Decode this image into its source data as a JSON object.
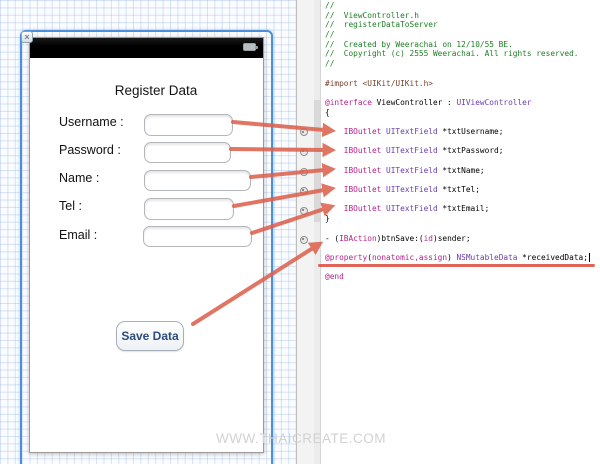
{
  "colors": {
    "arrow": "#dc5e4a",
    "underline": "#dd5346",
    "comment": "#1d7f24",
    "preprocessor": "#74402a",
    "keyword": "#b5208f",
    "type-name": "#6a3cae",
    "selection": "#4b90d9",
    "savetext": "#2c4d7e",
    "watermarkgray": "#d2d2d2"
  },
  "interface_builder": {
    "close_glyph": "×",
    "form_title": "Register Data",
    "fields": [
      {
        "label": "Username :",
        "value": "",
        "outlet": "txtUsername"
      },
      {
        "label": "Password :",
        "value": "",
        "outlet": "txtPassword"
      },
      {
        "label": "Name :",
        "value": "",
        "outlet": "txtName"
      },
      {
        "label": "Tel :",
        "value": "",
        "outlet": "txtTel"
      },
      {
        "label": "Email :",
        "value": "",
        "outlet": "txtEmail"
      }
    ],
    "save_button_label": "Save Data"
  },
  "watermark": "WWW.THAICREATE.COM",
  "code": {
    "lines": [
      [
        {
          "t": "//",
          "c": "comment"
        }
      ],
      [
        {
          "t": "//  ViewController.h",
          "c": "comment"
        }
      ],
      [
        {
          "t": "//  registerDataToServer",
          "c": "comment"
        }
      ],
      [
        {
          "t": "//",
          "c": "comment"
        }
      ],
      [
        {
          "t": "//  Created by Weerachai on 12/10/55 BE.",
          "c": "comment"
        }
      ],
      [
        {
          "t": "//  Copyright (c) 2555 Weerachai. All rights reserved.",
          "c": "comment"
        }
      ],
      [
        {
          "t": "//",
          "c": "comment"
        }
      ],
      [],
      [
        {
          "t": "#import <UIKit/UIKit.h>",
          "c": "pre"
        }
      ],
      [],
      [
        {
          "t": "@interface",
          "c": "kw"
        },
        {
          "t": " ViewController : ",
          "c": "plain"
        },
        {
          "t": "UIViewController",
          "c": "type"
        }
      ],
      [
        {
          "t": "{",
          "c": "plain"
        }
      ],
      [],
      [
        {
          "t": "    ",
          "c": "plain"
        },
        {
          "t": "IBOutlet",
          "c": "kw"
        },
        {
          "t": " ",
          "c": "plain"
        },
        {
          "t": "UITextField",
          "c": "type"
        },
        {
          "t": " *txtUsername;",
          "c": "plain"
        }
      ],
      [],
      [
        {
          "t": "    ",
          "c": "plain"
        },
        {
          "t": "IBOutlet",
          "c": "kw"
        },
        {
          "t": " ",
          "c": "plain"
        },
        {
          "t": "UITextField",
          "c": "type"
        },
        {
          "t": " *txtPassword;",
          "c": "plain"
        }
      ],
      [],
      [
        {
          "t": "    ",
          "c": "plain"
        },
        {
          "t": "IBOutlet",
          "c": "kw"
        },
        {
          "t": " ",
          "c": "plain"
        },
        {
          "t": "UITextField",
          "c": "type"
        },
        {
          "t": " *txtName;",
          "c": "plain"
        }
      ],
      [],
      [
        {
          "t": "    ",
          "c": "plain"
        },
        {
          "t": "IBOutlet",
          "c": "kw"
        },
        {
          "t": " ",
          "c": "plain"
        },
        {
          "t": "UITextField",
          "c": "type"
        },
        {
          "t": " *txtTel;",
          "c": "plain"
        }
      ],
      [],
      [
        {
          "t": "    ",
          "c": "plain"
        },
        {
          "t": "IBOutlet",
          "c": "kw"
        },
        {
          "t": " ",
          "c": "plain"
        },
        {
          "t": "UITextField",
          "c": "type"
        },
        {
          "t": " *txtEmail;",
          "c": "plain"
        }
      ],
      [
        {
          "t": "}",
          "c": "plain"
        }
      ],
      [],
      [
        {
          "t": "- (",
          "c": "plain"
        },
        {
          "t": "IBAction",
          "c": "kw"
        },
        {
          "t": ")btnSave:(",
          "c": "plain"
        },
        {
          "t": "id",
          "c": "kw"
        },
        {
          "t": ")sender;",
          "c": "plain"
        }
      ],
      [],
      [
        {
          "t": "@property",
          "c": "kw"
        },
        {
          "t": "(",
          "c": "plain"
        },
        {
          "t": "nonatomic,assign",
          "c": "kw"
        },
        {
          "t": ") ",
          "c": "plain"
        },
        {
          "t": "NSMutableData",
          "c": "type"
        },
        {
          "t": " *receivedData;",
          "c": "plain"
        }
      ],
      [],
      [
        {
          "t": "@end",
          "c": "kw"
        }
      ]
    ]
  }
}
